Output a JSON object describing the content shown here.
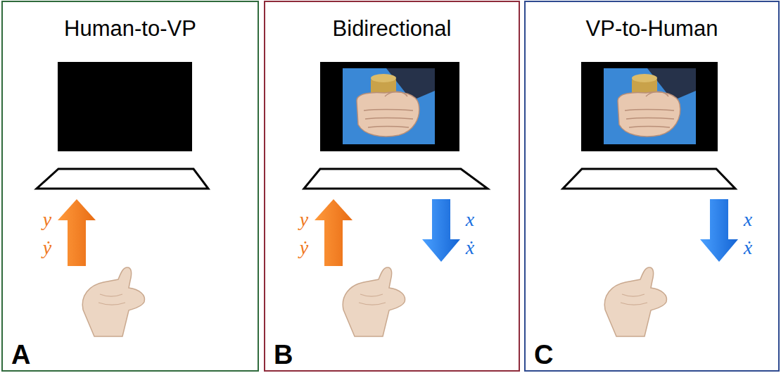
{
  "diagram": {
    "nodes": [
      {
        "text": [
          "Human-to-VP",
          "A"
        ]
      },
      {
        "text": [
          "Bidirectional",
          "B"
        ]
      },
      {
        "text": [
          "VP-to-Human",
          "C"
        ]
      }
    ],
    "labels": [
      "y",
      "ẏ",
      "y",
      "ẏ",
      "x",
      "ẋ",
      "x",
      "ẋ"
    ]
  }
}
